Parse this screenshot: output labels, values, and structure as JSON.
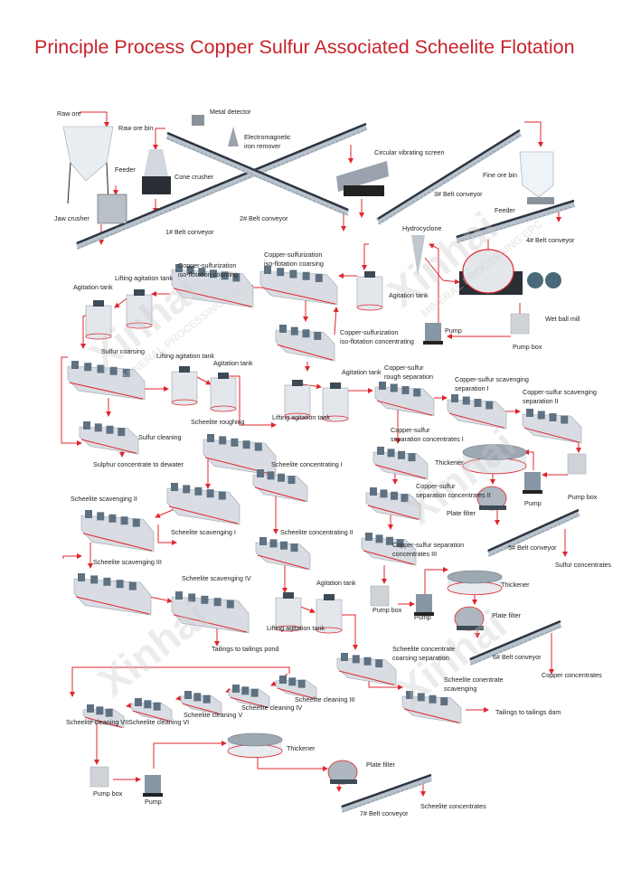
{
  "title": "Principle Process Copper Sulfur Associated Scheelite Flotation",
  "watermark": {
    "brand": "Xinhai",
    "tagline": "MINERAL PROCESSING EPC"
  },
  "colors": {
    "title": "#c8232b",
    "flow_arrow": "#e0262d",
    "equipment": "#d9dde3",
    "equipment_dark": "#2e3440",
    "accent_stripe": "#e0262d"
  },
  "labels": [
    "Raw ore",
    "Raw ore bin",
    "Metal detector",
    "Electromagnetic\niron remover",
    "Feeder",
    "Cone crusher",
    "Circular vibrating screen",
    "Fine ore bin",
    "3# Belt conveyor",
    "Feeder",
    "Jaw crusher",
    "2# Belt conveyor",
    "1# Belt conveyor",
    "Hydrocyclone",
    "4# Belt conveyor",
    "Copper-sulfurization\niso-flotation coarsing",
    "Copper-sulfurization\niso-flotation coarsing",
    "Lifting agitation tank",
    "Agitation tank",
    "Agitation tank",
    "Wet ball mill",
    "Pump",
    "Copper-sulfurization\niso-flotation concentrating",
    "Pump box",
    "Sulfur coarsing",
    "Lifting agitation tank",
    "Agitation tank",
    "Agitation tank",
    "Copper-sulfur\nrough separation",
    "Copper-sulfur scavenging\nseparation I",
    "Copper-sulfur scavenging\nseparation II",
    "Lifting agitation tank",
    "Scheelite roughing",
    "Copper-sulfur\nseparation concentrates I",
    "Sulfur cleaning",
    "Thickener",
    "Sulphur concentrate to dewater",
    "Scheelite concentrating I",
    "Copper-sulfur\nseparation concentrates II",
    "Scheelite scavenging II",
    "Pump box",
    "Pump",
    "Plate filter",
    "Scheelite scavenging I",
    "Scheelite concentrating II",
    "5# Belt conveyor",
    "Copper-sulfur separation\nconcentrates III",
    "Scheelite scavenging III",
    "Sulfur concentrates",
    "Scheelite scavenging IV",
    "Agitation tank",
    "Thickener",
    "Pump box",
    "Pump",
    "Plate filter",
    "Lifting agitation tank",
    "Tailings to tailings pond",
    "Scheelite concentrate\ncoarsing separation",
    "6# Belt conveyor",
    "Scheelite conentrate\nscavenging",
    "Copper concentrates",
    "Scheelite cleaning III",
    "Scheelite cleaning IV",
    "Scheelite cleaning V",
    "Tailings to tailings dam",
    "Scheelite cleaning VII",
    "Scheelite cleaning VI",
    "Thickener",
    "Plate filter",
    "Pump box",
    "Pump",
    "Scheelite concentrates",
    "7# Belt conveyor"
  ]
}
